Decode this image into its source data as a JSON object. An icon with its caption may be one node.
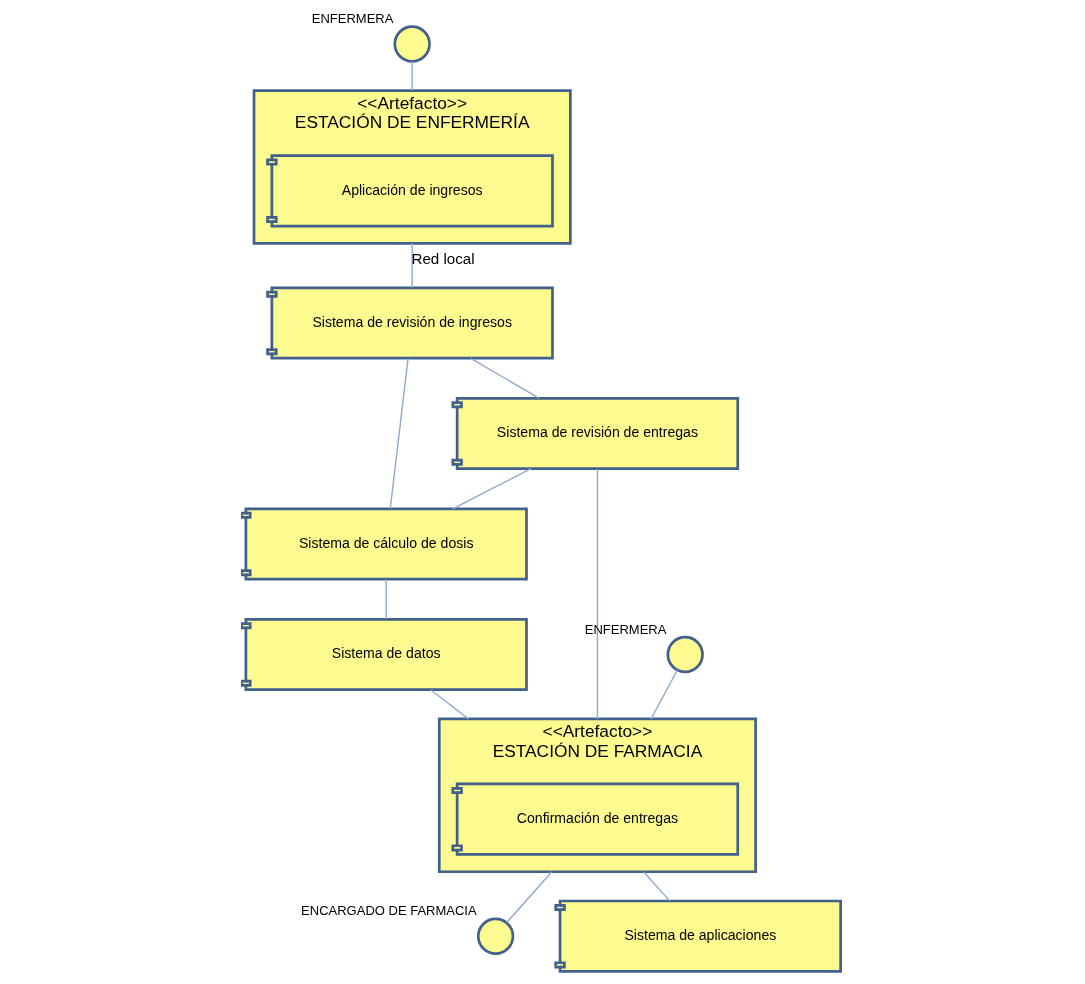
{
  "diagram": {
    "nodes": [
      {
        "text": [],
        "shape": "circle",
        "beside": [
          "ENFERMERA"
        ]
      },
      {
        "text": [
          "<<Artefacto>>",
          "ESTACIÓN DE ENFERMERÍA"
        ]
      },
      {
        "text": [
          "Aplicación de ingresos"
        ],
        "in": 1
      },
      {
        "text": [
          "Sistema de revisión de ingresos"
        ]
      },
      {
        "text": [
          "Sistema de cálculo de dosis"
        ]
      },
      {
        "text": [
          "Sistema de revisión de entregas"
        ]
      },
      {
        "text": [
          "Sistema de datos"
        ]
      },
      {
        "text": [],
        "shape": "circle",
        "beside": [
          "ENFERMERA"
        ]
      },
      {
        "text": [
          "<<Artefacto>>",
          "ESTACIÓN DE FARMACIA"
        ]
      },
      {
        "text": [
          "Confirmación de entregas"
        ],
        "in": 8
      },
      {
        "text": [],
        "shape": "circle",
        "beside": [
          "ENCARGADO DE FARMACIA"
        ]
      },
      {
        "text": [
          "Sistema de aplicaciones"
        ]
      }
    ],
    "edges": [
      {
        "from": 0,
        "to": 1,
        "arrow": "none"
      },
      {
        "from": 1,
        "to": 3,
        "arrow": "none",
        "label": "Red local"
      },
      {
        "from": 3,
        "to": 4,
        "arrow": "none"
      },
      {
        "from": 3,
        "to": 5,
        "arrow": "none"
      },
      {
        "from": 5,
        "to": 4,
        "arrow": "none"
      },
      {
        "from": 4,
        "to": 6,
        "arrow": "none"
      },
      {
        "from": 5,
        "to": 8,
        "arrow": "none"
      },
      {
        "from": 6,
        "to": 8,
        "arrow": "none"
      },
      {
        "from": 7,
        "to": 8,
        "arrow": "none"
      },
      {
        "from": 8,
        "to": 10,
        "arrow": "none"
      },
      {
        "from": 8,
        "to": 11,
        "arrow": "none"
      }
    ]
  }
}
